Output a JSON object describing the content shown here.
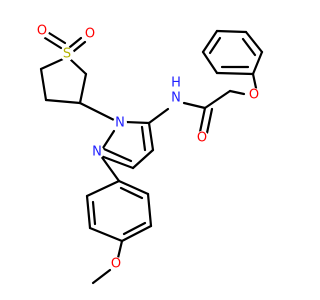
{
  "colors": {
    "bond": "#000000",
    "oxygen": "#ff0000",
    "nitrogen": "#2020ff",
    "sulfur": "#b3b300",
    "background": "#ffffff"
  },
  "atoms": {
    "sulfone_s": {
      "symbol": "S",
      "element": "sulfur"
    },
    "sulfone_o1": {
      "symbol": "O",
      "element": "oxygen"
    },
    "sulfone_o2": {
      "symbol": "O",
      "element": "oxygen"
    },
    "pyrazole_n1": {
      "symbol": "N",
      "element": "nitrogen"
    },
    "pyrazole_n2": {
      "symbol": "N",
      "element": "nitrogen"
    },
    "amide_nh": {
      "symbol": "N",
      "h_symbol": "H",
      "element": "nitrogen"
    },
    "amide_o": {
      "symbol": "O",
      "element": "oxygen"
    },
    "ether_o": {
      "symbol": "O",
      "element": "oxygen"
    },
    "methoxy_o": {
      "symbol": "O",
      "element": "oxygen"
    }
  }
}
